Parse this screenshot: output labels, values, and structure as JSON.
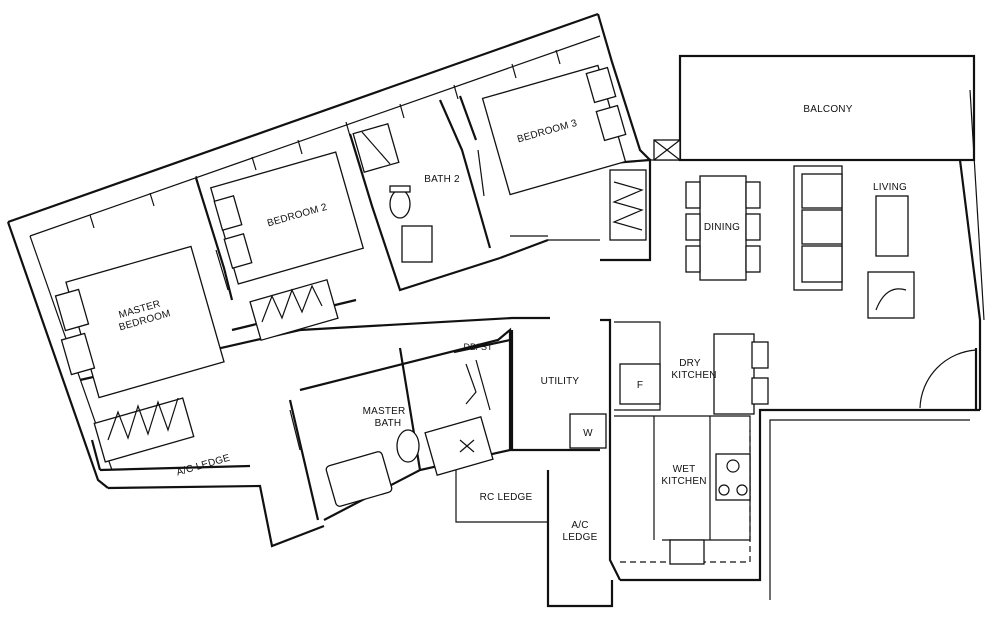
{
  "rooms": {
    "balcony": "BALCONY",
    "living": "LIVING",
    "dining": "DINING",
    "bedroom3": "BEDROOM 3",
    "bath2": "BATH 2",
    "bedroom2": "BEDROOM 2",
    "master_bedroom_line1": "MASTER",
    "master_bedroom_line2": "BEDROOM",
    "db_st": "DB/ ST",
    "master_bath_line1": "MASTER",
    "master_bath_line2": "BATH",
    "utility": "UTILITY",
    "dry_kitchen_line1": "DRY",
    "dry_kitchen_line2": "KITCHEN",
    "wet_kitchen_line1": "WET",
    "wet_kitchen_line2": "KITCHEN",
    "ac_ledge_left": "A/C LEDGE",
    "rc_ledge": "RC LEDGE",
    "ac_ledge_center_line1": "A/C",
    "ac_ledge_center_line2": "LEDGE"
  },
  "appliances": {
    "fridge": "F",
    "washer": "W"
  }
}
